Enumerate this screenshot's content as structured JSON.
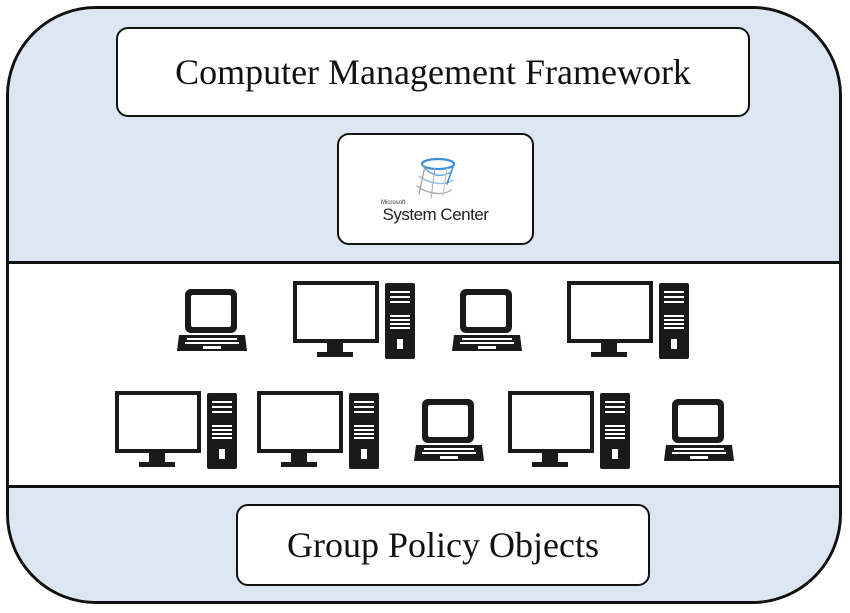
{
  "diagram": {
    "title": "Computer Management Framework",
    "tool_logo": {
      "vendor": "Microsoft",
      "name": "System Center",
      "icon": "system-center-swirl-icon"
    },
    "devices": {
      "row1": [
        "laptop",
        "desktop",
        "laptop",
        "desktop"
      ],
      "row2": [
        "desktop",
        "desktop",
        "laptop",
        "desktop",
        "laptop"
      ]
    },
    "footer": "Group Policy Objects"
  },
  "colors": {
    "band_fill": "#dce6f2",
    "box_fill": "#ffffff",
    "stroke": "#111111",
    "device_fill": "#1a1a1a",
    "logo_swirl": "#3b8fd6"
  }
}
